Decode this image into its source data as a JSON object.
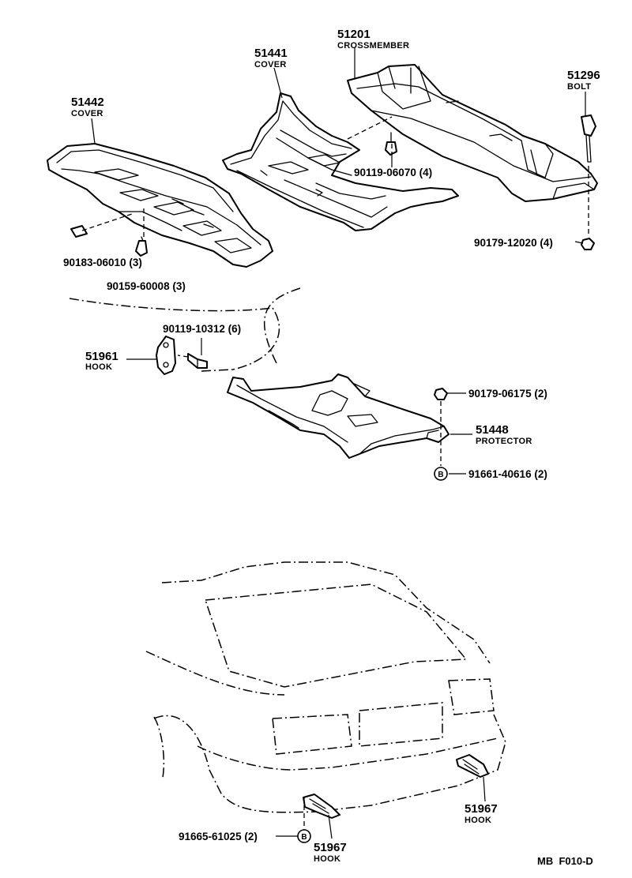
{
  "labels": {
    "p51201": {
      "number": "51201",
      "name": "CROSSMEMBER"
    },
    "p51441": {
      "number": "51441",
      "name": "COVER"
    },
    "p51442": {
      "number": "51442",
      "name": "COVER"
    },
    "p51296": {
      "number": "51296",
      "name": "BOLT"
    },
    "p51961": {
      "number": "51961",
      "name": "HOOK"
    },
    "p51448": {
      "number": "51448",
      "name": "PROTECTOR"
    },
    "p51967a": {
      "number": "51967",
      "name": "HOOK"
    },
    "p51967b": {
      "number": "51967",
      "name": "HOOK"
    }
  },
  "fasteners": {
    "f9011906070": "90119-06070 (4)",
    "f9017912020": "90179-12020 (4)",
    "f9018306010": "90183-06010 (3)",
    "f9015960008": "90159-60008 (3)",
    "f9011910312": "90119-10312 (6)",
    "f9017906175": "90179-06175 (2)",
    "f9166140616": "91661-40616 (2)",
    "f9166561025": "91665-61025 (2)"
  },
  "markers": {
    "circle_b": "B"
  },
  "footer_code": "MB  F010-D"
}
